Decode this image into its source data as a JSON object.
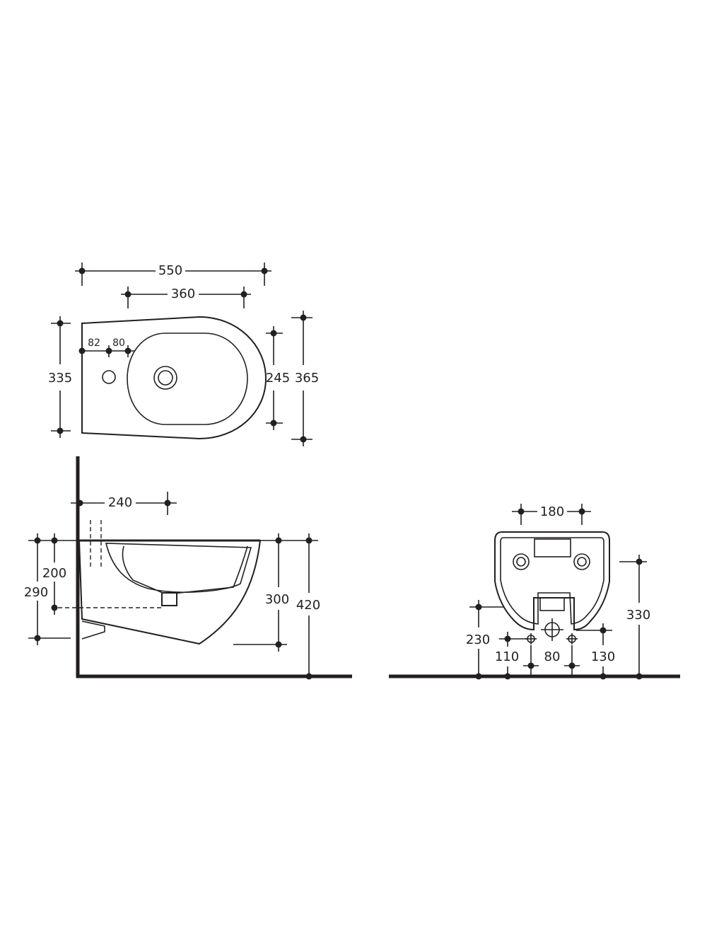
{
  "colors": {
    "ink": "#231f20",
    "paper": "#ffffff"
  },
  "top_view": {
    "overall_length": "550",
    "bowl_length": "360",
    "rear_width": "335",
    "tap_offset": "82",
    "bowl_offset": "80",
    "bowl_width": "245",
    "overall_width": "365"
  },
  "side_view": {
    "wall_to_fixing": "240",
    "rim_to_fixing": "200",
    "rim_to_waste": "290",
    "bowl_depth": "300",
    "rim_height": "420"
  },
  "front_view": {
    "fixing_spacing": "180",
    "fixing_height": "330",
    "waste_height": "230",
    "left_supply_height": "110",
    "supply_spacing": "80",
    "right_supply_height": "130"
  }
}
